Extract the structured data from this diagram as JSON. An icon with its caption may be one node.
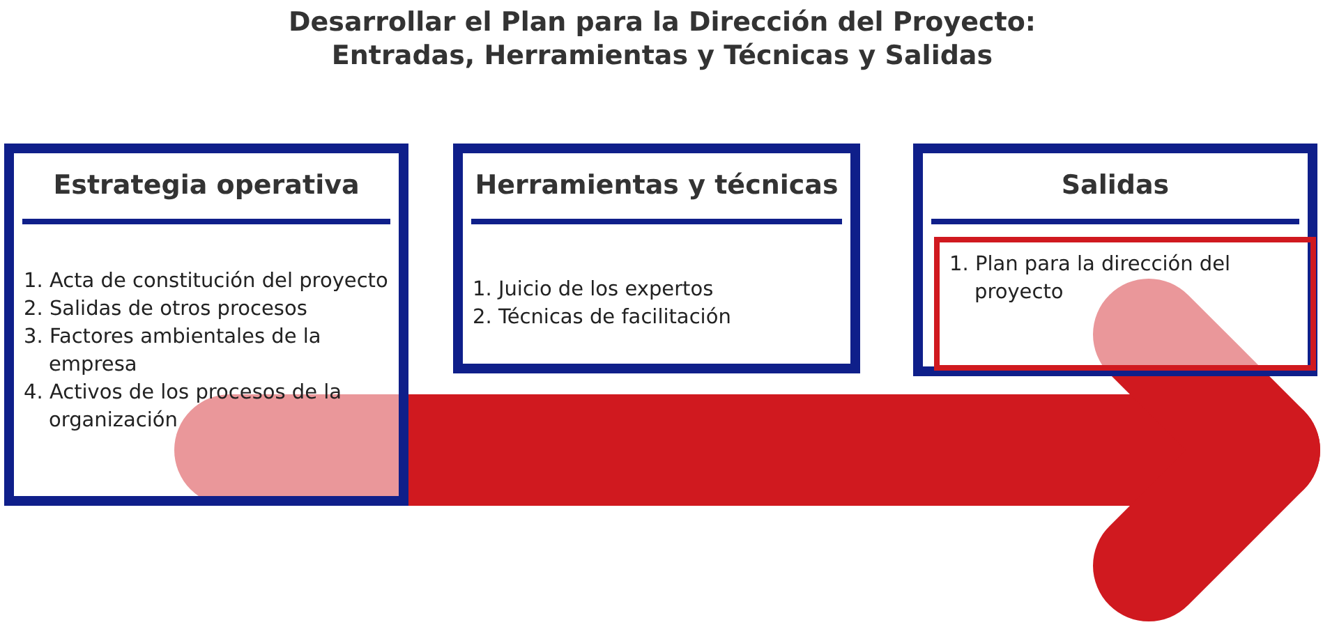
{
  "diagram": {
    "title": "Desarrollar el Plan para la Dirección del Proyecto: Entradas, Herramientas y Técnicas y Salidas",
    "nodes": [
      {
        "text": [
          "Estrategia operativa",
          "1. Acta de constitución del proyecto",
          "2. Salidas de otros procesos",
          "3. Factores ambientales de la empresa",
          "4. Activos de los procesos de la organización"
        ]
      },
      {
        "text": [
          "Herramientas y técnicas",
          "1. Juicio de los expertos",
          "2. Técnicas de facilitación"
        ]
      },
      {
        "text": [
          "Salidas"
        ]
      },
      {
        "text": [
          "1. Plan para la dirección del proyecto"
        ],
        "in": 2
      }
    ],
    "edges": [
      {
        "from": 0,
        "to": 3,
        "arrow": "to"
      }
    ]
  }
}
